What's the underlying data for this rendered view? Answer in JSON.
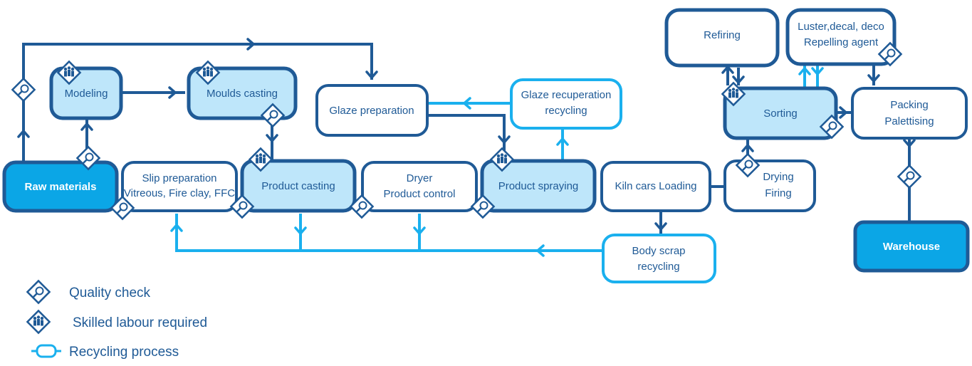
{
  "colors": {
    "dark": "#1f5a96",
    "recycle": "#1ab0ee",
    "light_fill": "#bee6fa",
    "strong_fill": "#0ba6e6",
    "text": "#1f5a96",
    "white": "#ffffff"
  },
  "nodes": {
    "raw_materials": "Raw materials",
    "slip_prep_l1": "Slip preparation",
    "slip_prep_l2": "Vitreous, Fire clay, FFC",
    "modeling": "Modeling",
    "moulds_casting": "Moulds casting",
    "product_casting": "Product casting",
    "dryer_l1": "Dryer",
    "dryer_l2": "Product control",
    "glaze_preparation": "Glaze preparation",
    "glaze_recup_l1": "Glaze recuperation",
    "glaze_recup_l2": "recycling",
    "product_spraying": "Product spraying",
    "kiln_cars_loading": "Kiln cars Loading",
    "body_scrap_l1": "Body scrap",
    "body_scrap_l2": "recycling",
    "drying_firing_l1": "Drying",
    "drying_firing_l2": "Firing",
    "sorting": "Sorting",
    "refiring": "Refiring",
    "luster_l1": "Luster,decal, deco",
    "luster_l2": "Repelling agent",
    "packing_l1": "Packing",
    "packing_l2": "Palettising",
    "warehouse": "Warehouse"
  },
  "legend": {
    "quality_check": "Quality check",
    "skilled_labour": "Skilled labour required",
    "recycling_process": "Recycling process"
  },
  "icons": {
    "quality": "quality-check-icon",
    "skilled": "skilled-labour-icon"
  }
}
